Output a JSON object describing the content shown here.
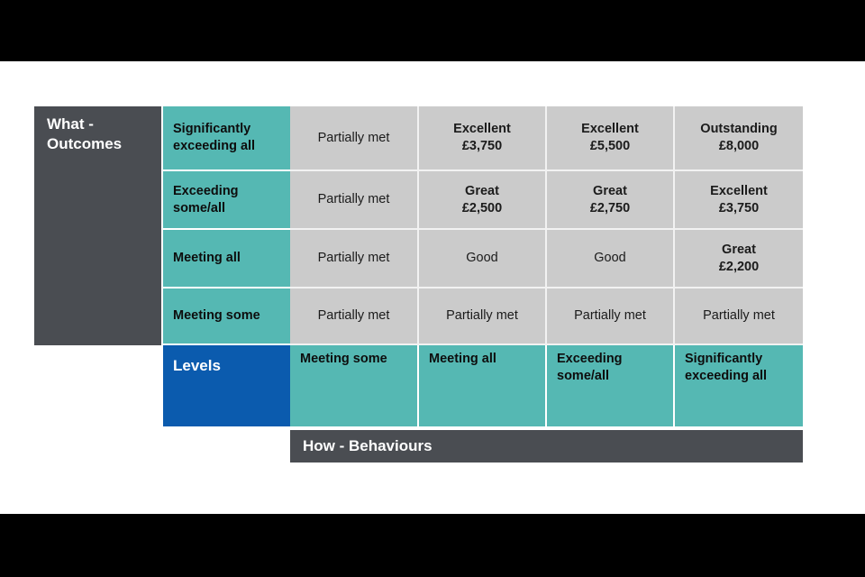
{
  "slide": {
    "what_outcomes_label_line1": "What -",
    "what_outcomes_label_line2": "Outcomes",
    "levels_label": "Levels",
    "how_behaviours_label": "How - Behaviours"
  },
  "colors": {
    "dark_header": "#4a4d52",
    "teal": "#55b8b3",
    "blue": "#0b5bae",
    "grey_cell": "#cbcbcb",
    "divider": "#f2f2f2",
    "letterbox": "#000000",
    "canvas": "#ffffff"
  },
  "outcome_levels": [
    {
      "label": "Significantly exceeding all"
    },
    {
      "label": "Exceeding some/all"
    },
    {
      "label": "Meeting all"
    },
    {
      "label": "Meeting some"
    }
  ],
  "behaviour_levels": [
    {
      "label": "Meeting some"
    },
    {
      "label": "Meeting all"
    },
    {
      "label": "Exceeding some/all"
    },
    {
      "label": "Significantly exceeding all"
    }
  ],
  "matrix_rows": [
    {
      "outcome": "Significantly exceeding all",
      "cells": [
        {
          "rating": "Partially met",
          "amount": "",
          "emphasis": "plain"
        },
        {
          "rating": "Excellent",
          "amount": "£3,750",
          "emphasis": "rated"
        },
        {
          "rating": "Excellent",
          "amount": "£5,500",
          "emphasis": "rated"
        },
        {
          "rating": "Outstanding",
          "amount": "£8,000",
          "emphasis": "rated"
        }
      ]
    },
    {
      "outcome": "Exceeding some/all",
      "cells": [
        {
          "rating": "Partially met",
          "amount": "",
          "emphasis": "plain"
        },
        {
          "rating": "Great",
          "amount": "£2,500",
          "emphasis": "rated"
        },
        {
          "rating": "Great",
          "amount": "£2,750",
          "emphasis": "rated"
        },
        {
          "rating": "Excellent",
          "amount": "£3,750",
          "emphasis": "rated"
        }
      ]
    },
    {
      "outcome": "Meeting all",
      "cells": [
        {
          "rating": "Partially met",
          "amount": "",
          "emphasis": "plain"
        },
        {
          "rating": "Good",
          "amount": "",
          "emphasis": "plain"
        },
        {
          "rating": "Good",
          "amount": "",
          "emphasis": "plain"
        },
        {
          "rating": "Great",
          "amount": "£2,200",
          "emphasis": "rated"
        }
      ]
    },
    {
      "outcome": "Meeting some",
      "cells": [
        {
          "rating": "Partially met",
          "amount": "",
          "emphasis": "plain"
        },
        {
          "rating": "Partially met",
          "amount": "",
          "emphasis": "plain"
        },
        {
          "rating": "Partially met",
          "amount": "",
          "emphasis": "plain"
        },
        {
          "rating": "Partially met",
          "amount": "",
          "emphasis": "plain"
        }
      ]
    }
  ]
}
